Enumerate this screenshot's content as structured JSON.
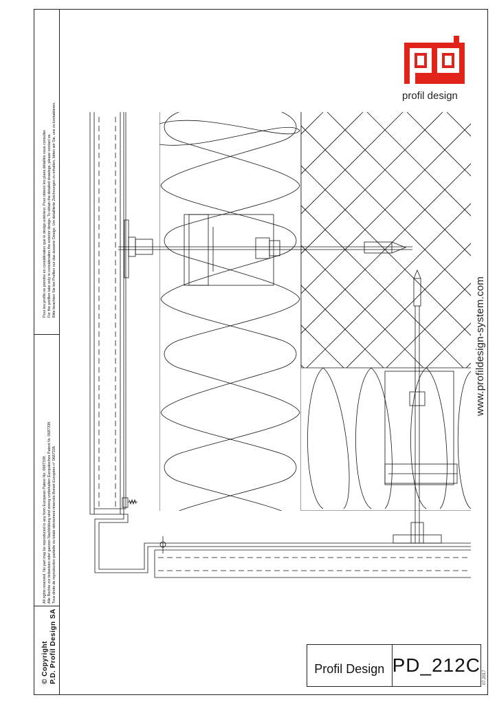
{
  "copyright": {
    "line1": "© Copyright",
    "line2": "P.D. Profil Design SA"
  },
  "legal_reserved": [
    "All rights reserved. No part may be reproduced in any form European Patent No. 0687338.",
    "Alle Rechte zur teilweisen oder ganzen Nachbildung sind streng vorbehalten Europäisches Patent Nr. 0687338.",
    "Tous droits de reproduction partielle ou totale strictement réservés Brevet Européen n° 0687338."
  ],
  "legal_consult": [
    "Pour les profils ne prendre en considération que le design extérieur. Pour obtenir les plans détaillés nous consulter.",
    "For the profiles take only in consideration the exterior design. To obtain the detailed drawings, please contact us.",
    "Bitte beachten Sie bei Profilen nur das äussere Design. Um detaillierte Zeichnungen zu erhalten, bitten wir Sie, uns zu kontaktieren."
  ],
  "logo": {
    "text": "profil design",
    "color": "#e2231a"
  },
  "website": "www.profildesign-system.com",
  "title_block": {
    "company": "Profil Design",
    "code": "PD_212C",
    "date": "07.2017"
  }
}
